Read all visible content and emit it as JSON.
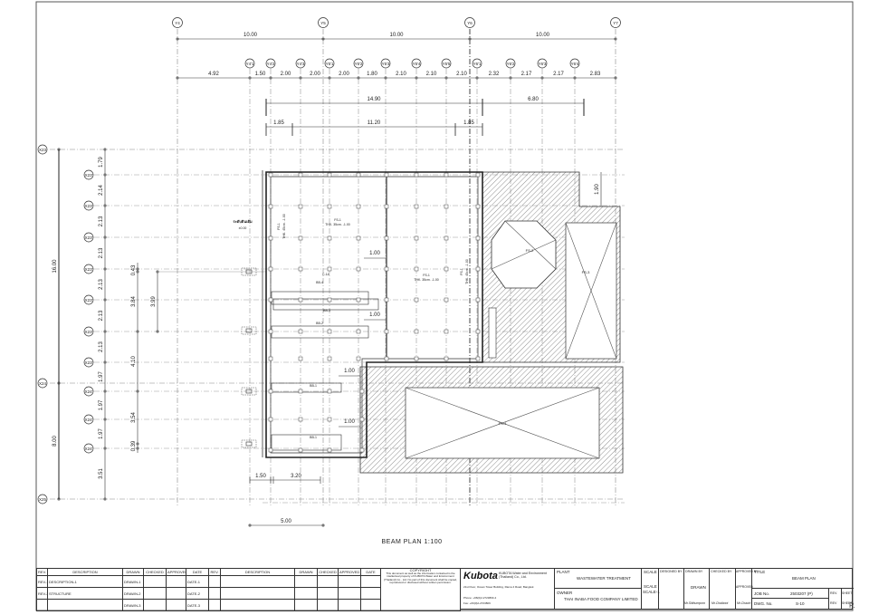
{
  "grid_main_x": {
    "labels": [
      "Y4",
      "Y5",
      "Y6",
      "Y7"
    ],
    "dims": [
      "10.00",
      "10.00",
      "10.00"
    ]
  },
  "grid_sub_x": {
    "labels": [
      "Y4'1",
      "Y4'2",
      "Y4'3",
      "Y5'1",
      "Y5'2",
      "Y5'3",
      "Y5'4",
      "Y5'5",
      "Y6'1",
      "Y6'2",
      "Y6'3",
      "Y6'4"
    ],
    "dims": [
      "4.92",
      "1.50",
      "2.00",
      "2.00",
      "2.00",
      "1.80",
      "2.10",
      "2.10",
      "2.10",
      "2.32",
      "2.17",
      "2.17",
      "2.83"
    ]
  },
  "overall_dims_x": {
    "row1": [
      "14.90",
      "6.80"
    ],
    "row2": [
      "1.85",
      "11.20",
      "1.85"
    ]
  },
  "grid_main_y": {
    "labels": [
      "X23",
      "X24",
      "X25"
    ],
    "dims": [
      "16.00",
      "8.00"
    ]
  },
  "grid_sub_y": {
    "labels": [
      "X23'",
      "X23'",
      "X23'",
      "X23'",
      "X23'",
      "X23'",
      "X23'",
      "X24'",
      "X24'",
      "X24'"
    ],
    "dims": [
      "1.79",
      "2.14",
      "2.13",
      "2.13",
      "2.13",
      "2.13",
      "2.13",
      "1.97",
      "1.97",
      "1.97",
      "3.51"
    ]
  },
  "side_dims_y": {
    "a": [
      "0.43",
      "3.84",
      "4.10",
      "3.54",
      "0.39"
    ],
    "b": [
      "3.99"
    ],
    "right": "1.90"
  },
  "plan_labels": {
    "level_note_title": "ระดับดินเดิม",
    "level_note_value": "±0.00",
    "fs1_a": "FS-1",
    "fs1_a_thk": "THK. 35cm. -1.00",
    "fs1_b": "FS-1",
    "fs1_b_thk": "THK. 35cm. -1.00",
    "fs1_c": "FS-1",
    "fs1_c_thk": "THK. 45cm. -1.00",
    "fs1_d": "FS-1",
    "fs1_d_thk": "THK. 45cm. -1.00",
    "beam_a": "BB-4",
    "beam_b": "BB-3",
    "beam_c": "BB-2",
    "beam_d": "BB-1",
    "beam_e": "BB-1",
    "col_a": "C-1A",
    "tank_a": "FS-2",
    "tank_b": "FS-3",
    "tank_c": "FS-4",
    "offset_dims": [
      "1.00",
      "1.00",
      "1.00",
      "1.00"
    ],
    "bottom_dims": [
      "1.50",
      "3.20",
      "5.00"
    ]
  },
  "drawing_title": "BEAM PLAN 1:100",
  "revisions": {
    "headers": [
      "REV.",
      "DESCRIPTION",
      "DRAWN",
      "CHECKED",
      "APPROVED",
      "DATE",
      "REV.",
      "DESCRIPTION",
      "DRAWN",
      "CHECKED",
      "APPROVED",
      "DATE"
    ],
    "rows": [
      {
        "rev": "REV-1",
        "desc": "DESCRIPTION-1",
        "drawn": "DRAWN-1",
        "date": "DATE-1"
      },
      {
        "rev": "REV-2",
        "desc": "STRUCTURE",
        "drawn": "DRAWN-2",
        "date": "DATE-2"
      },
      {
        "rev": "",
        "desc": "",
        "drawn": "DRAWN-3",
        "date": "DATE-3"
      }
    ],
    "copyright_title": "COPYRIGHT",
    "copyright_text": "This document as well as the information contained is the intellectual property of KUBOTA Water and Environment (Thailand) Co., Ltd. No part of this document shall be copied, reproduced or disclosed without written permission."
  },
  "company": {
    "logo": "Kubota",
    "name": "KUBOTA Water and Environment (Thailand) Co., Ltd.",
    "address": "21st Floor, Ocean Tower Building, Rama 4 Road, Bangkok",
    "phone": "Phone: +66(0)2-2723803-4",
    "fax": "Fax: +66(0)2-2723809"
  },
  "plant": {
    "label": "PLANT",
    "value": "WASTEWATER TREATMENT"
  },
  "owner": {
    "label": "OWNER",
    "value": "THAI INABA FOOD COMPANY LIMITED"
  },
  "scale": {
    "label": "SCALE",
    "value": "SCALE",
    "sub": "SCALE-1"
  },
  "signoff": {
    "designed_label": "DESIGNED BY",
    "drawn_label": "DRAWN BY",
    "checked_label": "CHECKED BY",
    "approved_label": "APPROVED BY",
    "drawn": "DRAWN",
    "approved": "APPROVED",
    "drawn_name": "Mr.Sitthumporn",
    "checked_name": "Mr.Chaiboot",
    "approved_name": "Mr.Chavin"
  },
  "title": {
    "label": "TITLE",
    "value": "BEAM PLAN"
  },
  "job": {
    "label": "JOB No.",
    "value": "2503207 (P)"
  },
  "dwg": {
    "label": "DWG. No.",
    "value": "S-10"
  },
  "rev_label": "REV.",
  "sheet_label": "SHEET",
  "rev_label2": "REV",
  "sheet_label2": "SHEET",
  "page_mark": "P."
}
